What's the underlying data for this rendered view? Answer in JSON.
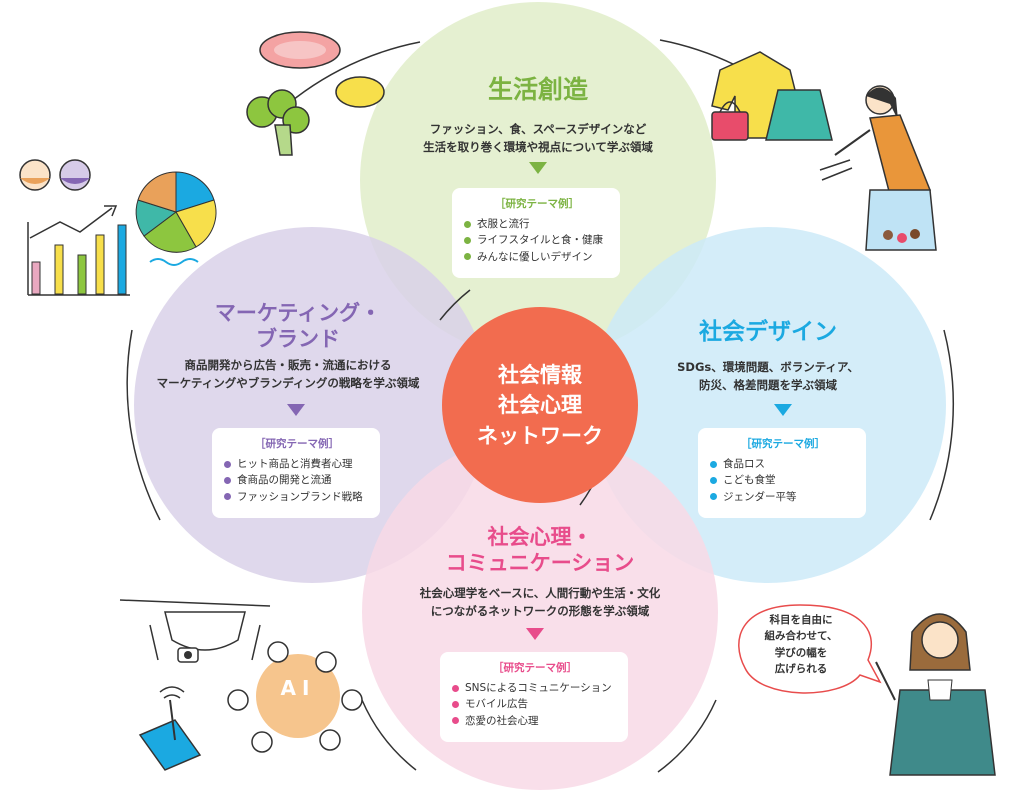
{
  "center": {
    "lines": [
      "社会情報",
      "社会心理",
      "ネットワーク"
    ],
    "color": "#f26c4f"
  },
  "areas": {
    "life": {
      "title": "生活創造",
      "desc": [
        "ファッション、食、スペースデザインなど",
        "生活を取り巻く環境や視点について学ぶ領域"
      ],
      "box_title": "［研究テーマ例］",
      "items": [
        "衣服と流行",
        "ライフスタイルと食・健康",
        "みんなに優しいデザイン"
      ],
      "color": "#7cb342",
      "fill": "#e4efcf"
    },
    "marketing": {
      "title": [
        "マーケティング・",
        "ブランド"
      ],
      "desc": [
        "商品開発から広告・販売・流通における",
        "マーケティングやブランディングの戦略を学ぶ領域"
      ],
      "box_title": "［研究テーマ例］",
      "items": [
        "ヒット商品と消費者心理",
        "食商品の開発と流通",
        "ファッションブランド戦略"
      ],
      "color": "#8466b3",
      "fill": "#d9d1e9"
    },
    "social_design": {
      "title": "社会デザイン",
      "desc": [
        "SDGs、環境問題、ボランティア、",
        "防災、格差問題を学ぶ領域"
      ],
      "box_title": "［研究テーマ例］",
      "items": [
        "食品ロス",
        "こども食堂",
        "ジェンダー平等"
      ],
      "color": "#1ba9e1",
      "fill": "#cdeaf8"
    },
    "psychology": {
      "title": [
        "社会心理・",
        "コミュニケーション"
      ],
      "desc": [
        "社会心理学をベースに、人間行動や生活・文化",
        "につながるネットワークの形態を学ぶ領域"
      ],
      "box_title": "［研究テーマ例］",
      "items": [
        "SNSによるコミュニケーション",
        "モバイル広告",
        "恋愛の社会心理"
      ],
      "color": "#e84c8b",
      "fill": "#f8d9e6"
    }
  },
  "speech_bubble": {
    "lines": [
      "科目を自由に",
      "組み合わせて、",
      "学びの幅を",
      "広げられる"
    ]
  },
  "ai_badge": {
    "text": "AI"
  }
}
